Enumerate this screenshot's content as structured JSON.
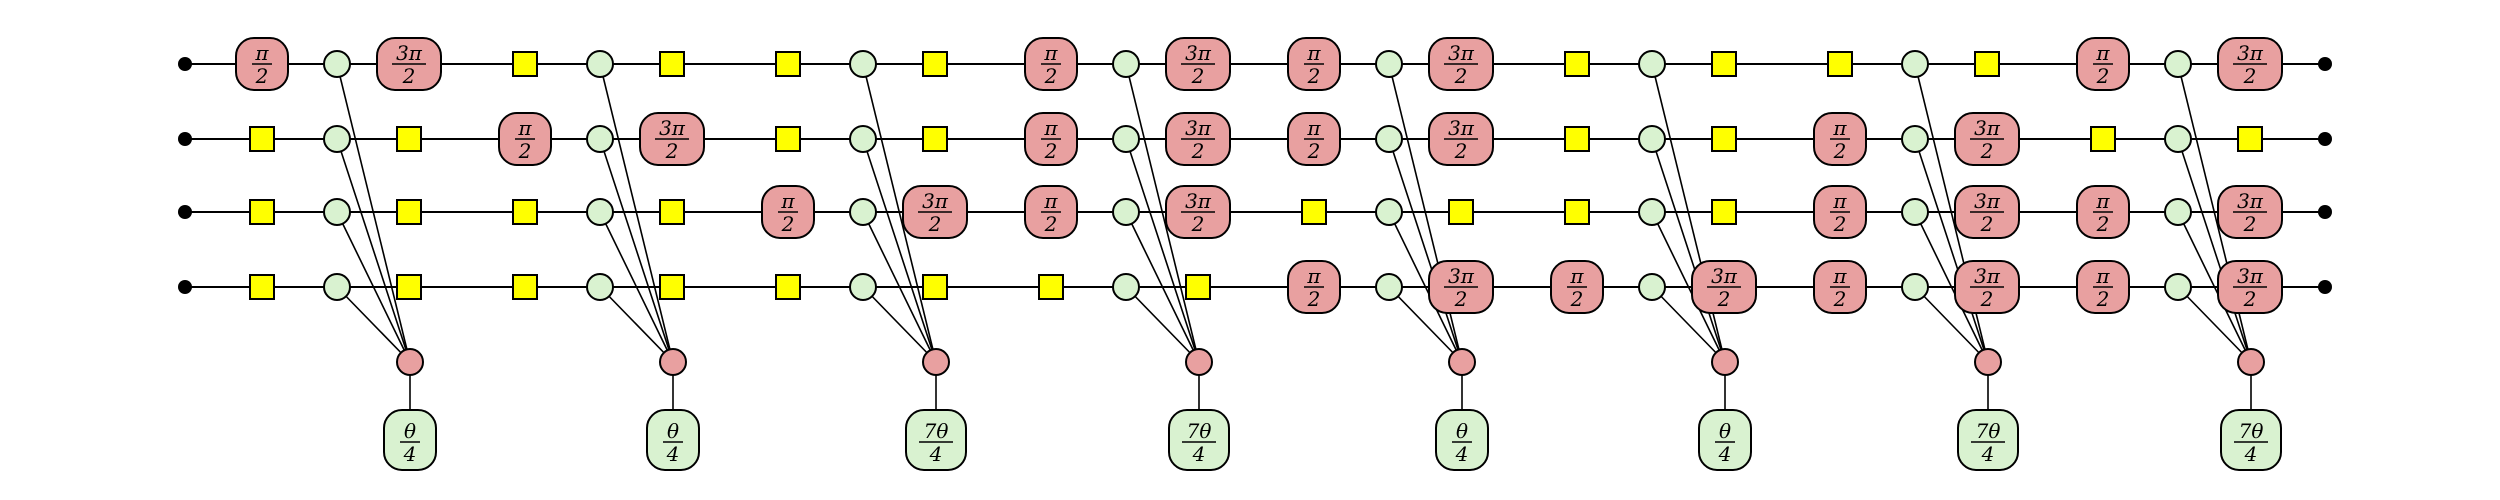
{
  "diagram": {
    "title": "",
    "qubits": 4,
    "colors": {
      "z_spider": "#d9f2d0",
      "x_spider": "#e8a0a0",
      "hadamard": "#ffff00",
      "wire": "#000000"
    },
    "wire_sequences": [
      [
        "X:π/2",
        "Z",
        "X:3π/2",
        "H",
        "Z",
        "H",
        "H",
        "Z",
        "H",
        "X:π/2",
        "Z",
        "X:3π/2",
        "X:π/2",
        "Z",
        "X:3π/2",
        "H",
        "Z",
        "H",
        "H",
        "Z",
        "H",
        "X:π/2",
        "Z",
        "X:3π/2"
      ],
      [
        "H",
        "Z",
        "H",
        "X:π/2",
        "Z",
        "X:3π/2",
        "H",
        "Z",
        "H",
        "X:π/2",
        "Z",
        "X:3π/2",
        "X:π/2",
        "Z",
        "X:3π/2",
        "H",
        "Z",
        "H",
        "X:π/2",
        "Z",
        "X:3π/2",
        "H",
        "Z",
        "H"
      ],
      [
        "H",
        "Z",
        "H",
        "H",
        "Z",
        "H",
        "X:π/2",
        "Z",
        "X:3π/2",
        "X:π/2",
        "Z",
        "X:3π/2",
        "H",
        "Z",
        "H",
        "H",
        "Z",
        "H",
        "X:π/2",
        "Z",
        "X:3π/2",
        "X:π/2",
        "Z",
        "X:3π/2"
      ],
      [
        "H",
        "Z",
        "H",
        "H",
        "Z",
        "H",
        "H",
        "Z",
        "H",
        "H",
        "Z",
        "H",
        "X:π/2",
        "Z",
        "X:3π/2",
        "X:π/2",
        "Z",
        "X:3π/2",
        "X:π/2",
        "Z",
        "X:3π/2",
        "X:π/2",
        "Z",
        "X:3π/2"
      ]
    ],
    "phase_gadgets": [
      {
        "phase_num": "θ",
        "phase_den": "4"
      },
      {
        "phase_num": "θ",
        "phase_den": "4"
      },
      {
        "phase_num": "7θ",
        "phase_den": "4"
      },
      {
        "phase_num": "7θ",
        "phase_den": "4"
      },
      {
        "phase_num": "θ",
        "phase_den": "4"
      },
      {
        "phase_num": "θ",
        "phase_den": "4"
      },
      {
        "phase_num": "7θ",
        "phase_den": "4"
      },
      {
        "phase_num": "7θ",
        "phase_den": "4"
      }
    ]
  }
}
